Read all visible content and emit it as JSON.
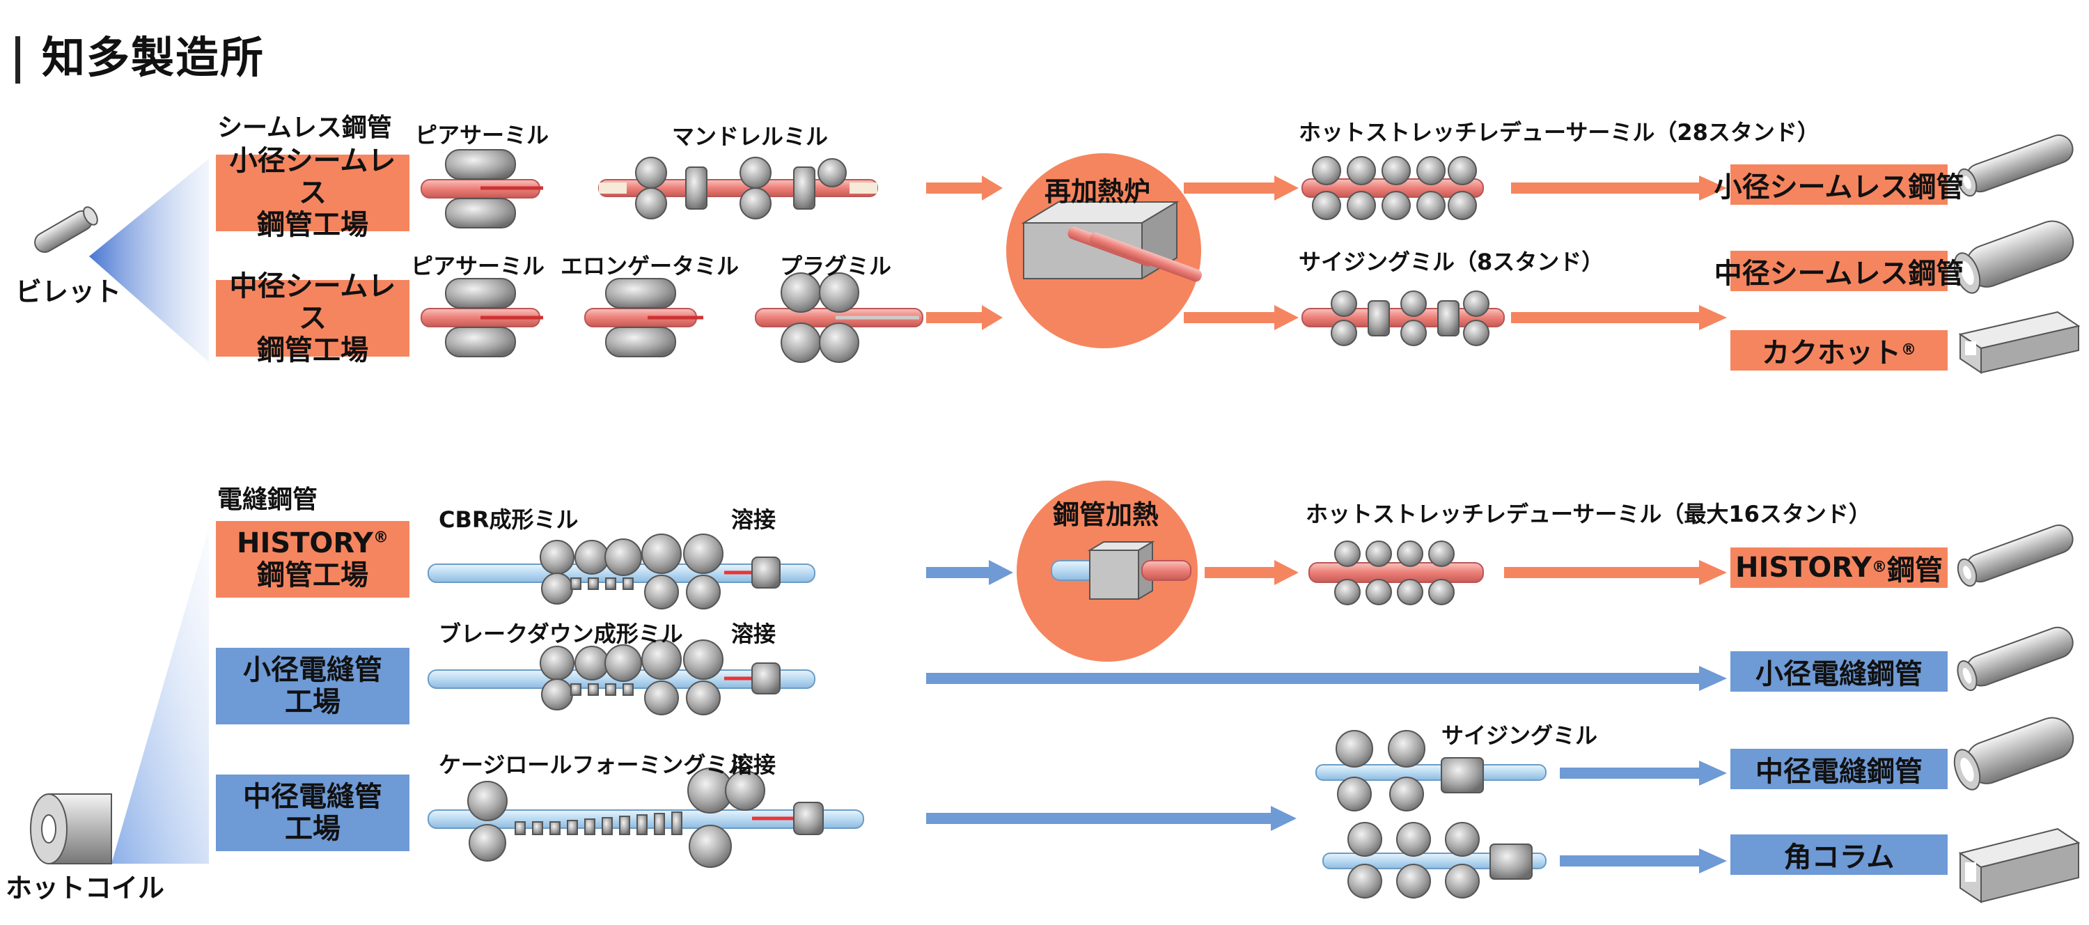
{
  "title": "知多製造所",
  "sources": {
    "billet": "ビレット",
    "hotcoil": "ホットコイル"
  },
  "seamless": {
    "section_label": "シームレス鋼管",
    "small_plant": [
      "小径シームレス",
      "鋼管工場"
    ],
    "medium_plant": [
      "中径シームレス",
      "鋼管工場"
    ],
    "small_mills": [
      "ピアサーミル",
      "マンドレルミル"
    ],
    "medium_mills": [
      "ピアサーミル",
      "エロンゲータミル",
      "プラグミル"
    ],
    "furnace": "再加熱炉",
    "top_line_mill": "ホットストレッチレデューサーミル（28スタンド）",
    "bottom_line_mill": "サイジングミル（8スタンド）",
    "products": [
      "小径シームレス鋼管",
      "中径シームレス鋼管",
      "カクホット"
    ],
    "registered_mark": "®"
  },
  "erw": {
    "section_label": "電縫鋼管",
    "history_plant": {
      "name": "HISTORY",
      "mark": "®",
      "line2": "鋼管工場"
    },
    "small_plant": [
      "小径電縫管",
      "工場"
    ],
    "medium_plant": [
      "中径電縫管",
      "工場"
    ],
    "forming_mills": [
      "CBR成形ミル",
      "ブレークダウン成形ミル",
      "ケージロールフォーミングミル"
    ],
    "welding": "溶接",
    "heating": "鋼管加熱",
    "history_line_mill": "ホットストレッチレデューサーミル（最大16スタンド）",
    "sizing_mill": "サイジングミル",
    "products": {
      "history": {
        "name": "HISTORY",
        "mark": "®",
        "suffix": "鋼管"
      },
      "small": "小径電縫鋼管",
      "medium": "中径電縫鋼管",
      "column": "角コラム"
    }
  },
  "colors": {
    "orange": "#f5855f",
    "blue": "#6e9ad6",
    "pipe_red": "#f08a86",
    "pipe_blue": "#bcdcf4",
    "roll_gray": "#9a9a9a"
  }
}
